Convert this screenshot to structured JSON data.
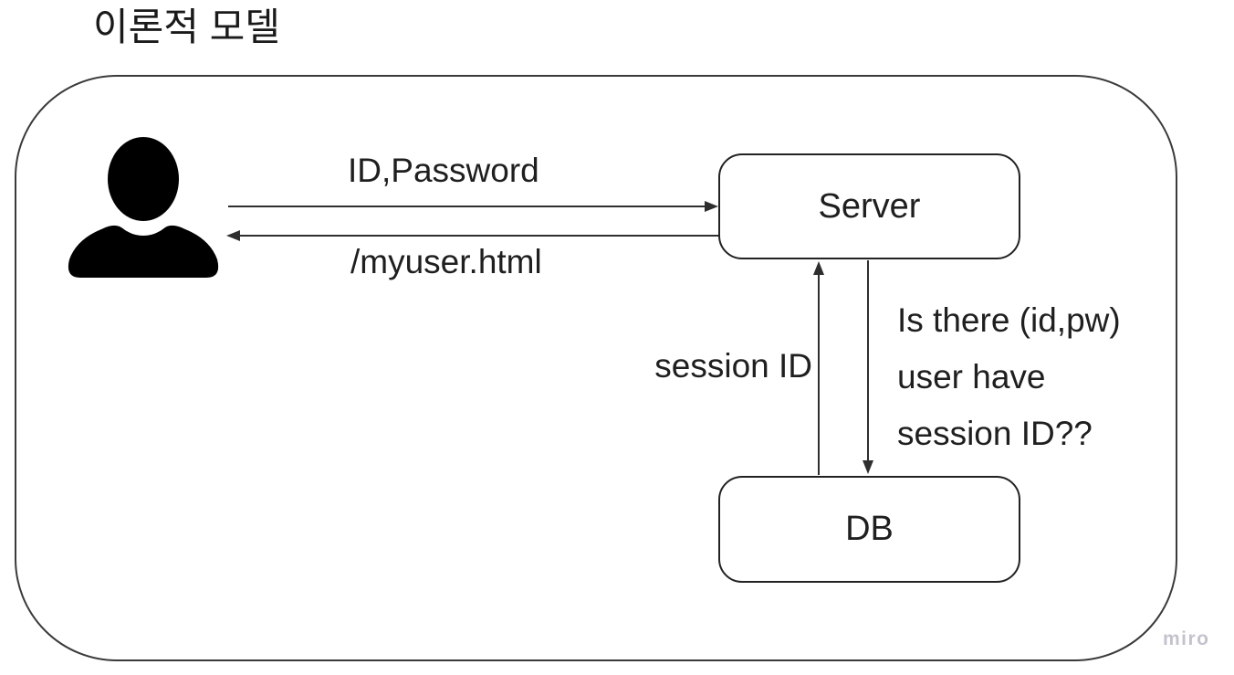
{
  "title": "이론적 모델",
  "watermark": "miro",
  "colors": {
    "background": "#ffffff",
    "stroke": "#2e2e2e",
    "node_border": "#222222",
    "text": "#1f1f1f",
    "watermark": "#c4c3cd"
  },
  "diagram": {
    "nodes": {
      "user": {
        "icon": "person-icon"
      },
      "server": {
        "label": "Server"
      },
      "db": {
        "label": "DB"
      }
    },
    "edges": [
      {
        "from": "user",
        "to": "server",
        "direction": "right",
        "label": "ID,Password"
      },
      {
        "from": "server",
        "to": "user",
        "direction": "left",
        "label": "/myuser.html"
      },
      {
        "from": "db",
        "to": "server",
        "direction": "up",
        "label": "session ID"
      },
      {
        "from": "server",
        "to": "db",
        "direction": "down",
        "label_lines": [
          "Is there (id,pw)",
          "user have",
          "session ID??"
        ]
      }
    ]
  }
}
